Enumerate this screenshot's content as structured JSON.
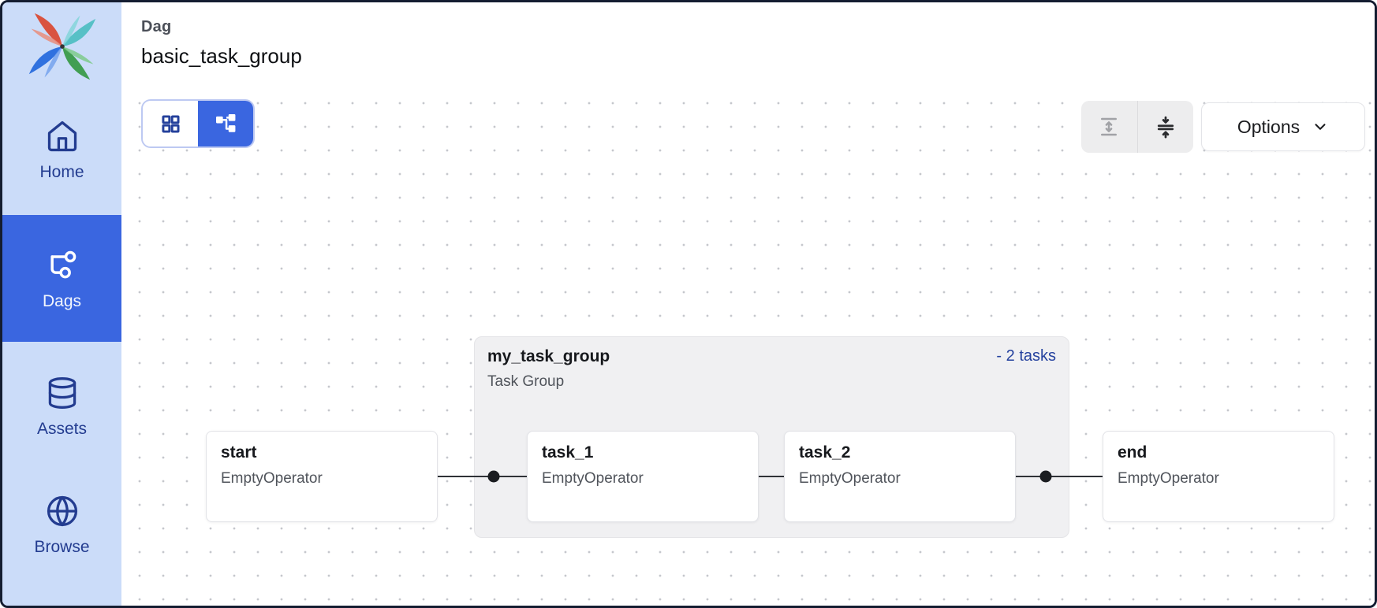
{
  "header": {
    "eyebrow": "Dag",
    "title": "basic_task_group"
  },
  "sidebar": {
    "logo_icon": "airflow-pinwheel-logo",
    "items": [
      {
        "label": "Home",
        "icon": "home-icon",
        "active": false
      },
      {
        "label": "Dags",
        "icon": "dag-branch-icon",
        "active": true
      },
      {
        "label": "Assets",
        "icon": "database-icon",
        "active": false
      },
      {
        "label": "Browse",
        "icon": "globe-icon",
        "active": false
      }
    ]
  },
  "toolbar": {
    "view_toggle": [
      {
        "name": "grid-view",
        "icon": "grid-view-icon",
        "selected": false
      },
      {
        "name": "graph-view",
        "icon": "graph-view-icon",
        "selected": true
      }
    ],
    "expand_all": {
      "icon": "expand-all-icon",
      "disabled": true
    },
    "collapse_all": {
      "icon": "collapse-all-icon",
      "disabled": false
    },
    "options_label": "Options",
    "options_icon": "chevron-down-icon"
  },
  "canvas": {
    "task_group": {
      "title": "my_task_group",
      "subtitle": "Task Group",
      "badge": "- 2 tasks"
    },
    "nodes": [
      {
        "id": "start",
        "title": "start",
        "subtitle": "EmptyOperator",
        "in_group": false
      },
      {
        "id": "task_1",
        "title": "task_1",
        "subtitle": "EmptyOperator",
        "in_group": true
      },
      {
        "id": "task_2",
        "title": "task_2",
        "subtitle": "EmptyOperator",
        "in_group": true
      },
      {
        "id": "end",
        "title": "end",
        "subtitle": "EmptyOperator",
        "in_group": false
      }
    ],
    "edges": [
      {
        "from": "start",
        "to": "task_1",
        "junction_dot": true
      },
      {
        "from": "task_1",
        "to": "task_2",
        "junction_dot": false
      },
      {
        "from": "task_2",
        "to": "end",
        "junction_dot": true
      }
    ]
  },
  "colors": {
    "accent_blue": "#3a66e0",
    "sidebar_bg": "#cbdcf9",
    "sidebar_text": "#233c90",
    "sidebar_active_text": "#f2f6fd",
    "badge_link_blue": "#24419e",
    "group_bg": "#f0f0f2",
    "node_border": "#e2e3e7",
    "edge_color": "#2f3237",
    "canvas_dot": "#c5c7cc",
    "frame": "#141d31",
    "logo_red": "#d95340",
    "logo_blue": "#3071df",
    "logo_green": "#419e52",
    "logo_teal": "#57c0c6"
  }
}
